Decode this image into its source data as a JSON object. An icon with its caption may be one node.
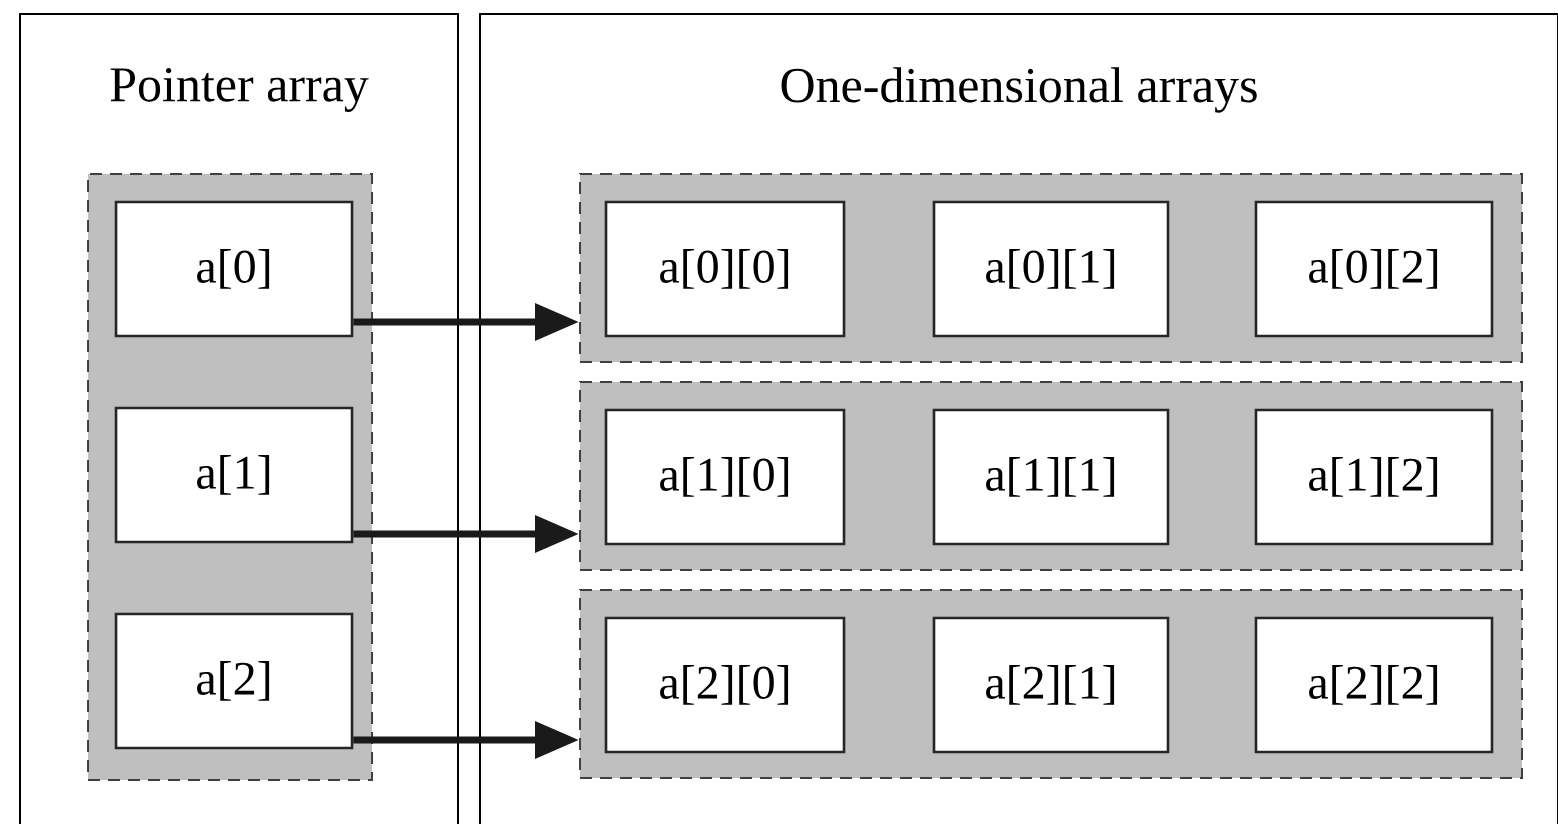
{
  "diagram": {
    "nodes": [
      {
        "text": [
          "Pointer array"
        ]
      },
      {
        "text": [],
        "shape": "box",
        "in": 0
      },
      {
        "text": [
          "a[0]"
        ],
        "in": 1
      },
      {
        "text": [
          "a[1]"
        ],
        "in": 1
      },
      {
        "text": [
          "a[2]"
        ],
        "in": 1
      },
      {
        "text": [
          "One-dimensional arrays"
        ]
      },
      {
        "text": [],
        "shape": "box",
        "in": 5
      },
      {
        "text": [
          "a[0][0]"
        ],
        "in": 6
      },
      {
        "text": [
          "a[0][1]"
        ],
        "in": 6
      },
      {
        "text": [
          "a[0][2]"
        ],
        "in": 6
      },
      {
        "text": [],
        "shape": "box",
        "in": 5
      },
      {
        "text": [
          "a[1][0]"
        ],
        "in": 10
      },
      {
        "text": [
          "a[1][1]"
        ],
        "in": 10
      },
      {
        "text": [
          "a[1][2]"
        ],
        "in": 10
      },
      {
        "text": [],
        "shape": "box",
        "in": 5
      },
      {
        "text": [
          "a[2][0]"
        ],
        "in": 14
      },
      {
        "text": [
          "a[2][1]"
        ],
        "in": 14
      },
      {
        "text": [
          "a[2][2]"
        ],
        "in": 14
      }
    ],
    "edges": [
      {
        "from": 2,
        "to": 6,
        "arrow": "to"
      },
      {
        "from": 3,
        "to": 10,
        "arrow": "to"
      },
      {
        "from": 4,
        "to": 14,
        "arrow": "to"
      }
    ]
  }
}
